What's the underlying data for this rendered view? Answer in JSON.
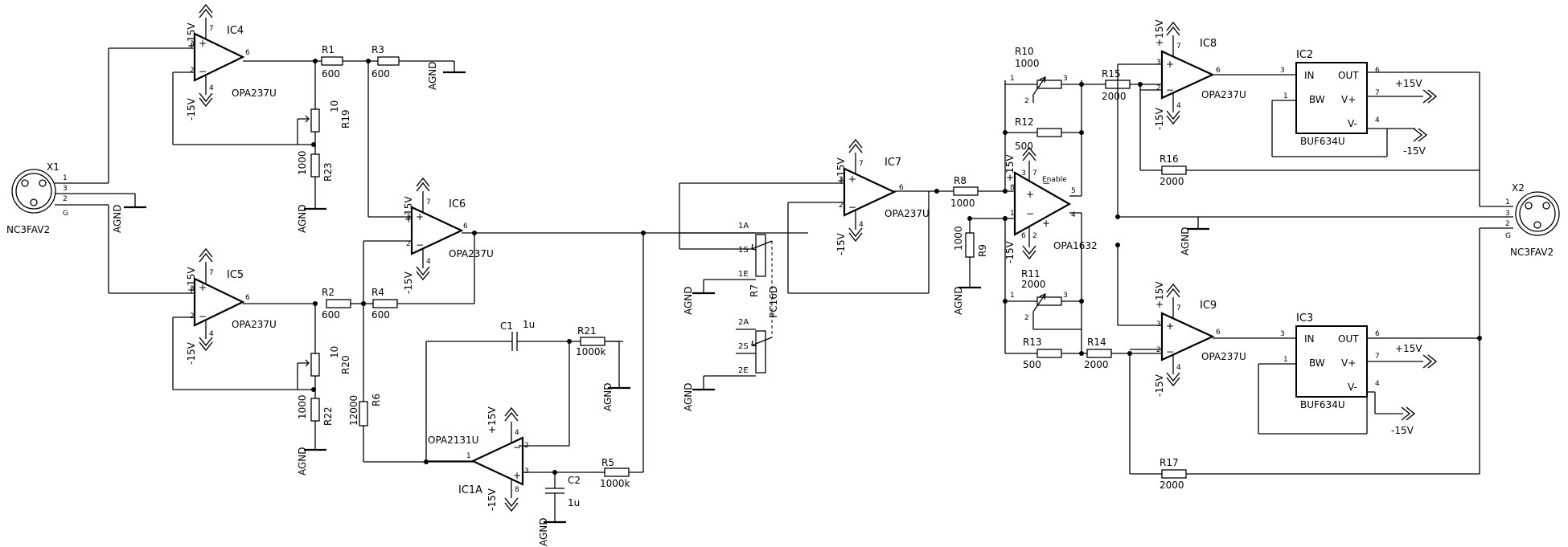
{
  "opamps": [
    {
      "id": "ic4",
      "ref": "IC4",
      "part": "OPA237U",
      "pos": "+15V",
      "neg": "-15V"
    },
    {
      "id": "ic5",
      "ref": "IC5",
      "part": "OPA237U",
      "pos": "+15V",
      "neg": "-15V"
    },
    {
      "id": "ic6",
      "ref": "IC6",
      "part": "OPA237U",
      "pos": "+15V",
      "neg": "-15V"
    },
    {
      "id": "ic7",
      "ref": "IC7",
      "part": "OPA237U",
      "pos": "+15V",
      "neg": "-15V"
    },
    {
      "id": "ic8",
      "ref": "IC8",
      "part": "OPA237U",
      "pos": "+15V",
      "neg": "-15V"
    },
    {
      "id": "ic9",
      "ref": "IC9",
      "part": "OPA237U",
      "pos": "+15V",
      "neg": "-15V"
    },
    {
      "id": "ic1a",
      "ref": "IC1A",
      "part": "OPA2131U",
      "pos": "+15V",
      "neg": "-15V"
    },
    {
      "id": "ic10",
      "ref": "",
      "part": "OPA1632",
      "pos": "+15V",
      "neg": "-15V",
      "extra": "Enable"
    }
  ],
  "resistors": {
    "r1": {
      "ref": "R1",
      "value": "600"
    },
    "r2": {
      "ref": "R2",
      "value": "600"
    },
    "r3": {
      "ref": "R3",
      "value": "600"
    },
    "r4": {
      "ref": "R4",
      "value": "600"
    },
    "r5": {
      "ref": "R5",
      "value": "1000k"
    },
    "r6": {
      "ref": "R6",
      "value": "12000"
    },
    "r7": {
      "ref": "R7",
      "value": "PC16D"
    },
    "r8": {
      "ref": "R8",
      "value": "1000"
    },
    "r9": {
      "ref": "R9",
      "value": "1000"
    },
    "r10": {
      "ref": "R10",
      "value": "1000"
    },
    "r11": {
      "ref": "R11",
      "value": "2000"
    },
    "r12": {
      "ref": "R12",
      "value": "500"
    },
    "r13": {
      "ref": "R13",
      "value": "500"
    },
    "r14": {
      "ref": "R14",
      "value": "2000"
    },
    "r15": {
      "ref": "R15",
      "value": "2000"
    },
    "r16": {
      "ref": "R16",
      "value": "2000"
    },
    "r17": {
      "ref": "R17",
      "value": "2000"
    },
    "r19": {
      "ref": "R19",
      "value": "10"
    },
    "r20": {
      "ref": "R20",
      "value": "10"
    },
    "r21": {
      "ref": "R21",
      "value": "1000k"
    },
    "r22": {
      "ref": "R22",
      "value": "1000"
    },
    "r23": {
      "ref": "R23",
      "value": "1000"
    }
  },
  "capacitors": {
    "c1": {
      "ref": "C1",
      "value": "1u"
    },
    "c2": {
      "ref": "C2",
      "value": "1u"
    }
  },
  "buffers": {
    "ic2": {
      "ref": "IC2",
      "part": "BUF634U",
      "in": "IN",
      "out": "OUT",
      "bw": "BW",
      "vp": "V+",
      "vn": "V-",
      "supply_pos": "+15V",
      "supply_neg": "-15V"
    },
    "ic3": {
      "ref": "IC3",
      "part": "BUF634U",
      "in": "IN",
      "out": "OUT",
      "bw": "BW",
      "vp": "V+",
      "vn": "V-",
      "supply_pos": "+15V",
      "supply_neg": "-15V"
    }
  },
  "connectors": {
    "x1": {
      "ref": "X1",
      "part": "NC3FAV2",
      "g": "G"
    },
    "x2": {
      "ref": "X2",
      "part": "NC3FAV2",
      "g": "G"
    }
  },
  "pot_pins": {
    "a1": "1A",
    "s1": "1S",
    "e1": "1E",
    "a2": "2A",
    "s2": "2S",
    "e2": "2E"
  },
  "ground_label": "AGND",
  "pins": {
    "p1": "1",
    "p2": "2",
    "p3": "3",
    "p4": "4",
    "p5": "5",
    "p6": "6",
    "p7": "7",
    "p8": "8"
  }
}
